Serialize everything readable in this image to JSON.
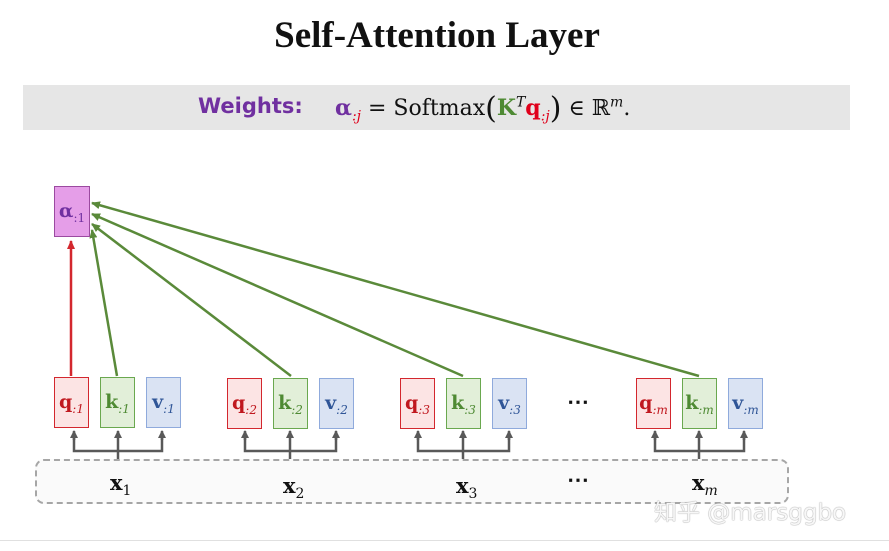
{
  "title": "Self-Attention Layer",
  "formula": {
    "label": "Weights:",
    "alpha": "α",
    "alpha_sub": ":j",
    "equals": " = Softmax",
    "K": "K",
    "T": "T",
    "q": "q",
    "q_sub": ":j",
    "in": " ∈ ℝ",
    "m": "m",
    "period": "."
  },
  "alpha_box": {
    "symbol": "α",
    "sub": ":1"
  },
  "groups": [
    {
      "q": "q",
      "q_sub": ":1",
      "k": "k",
      "k_sub": ":1",
      "v": "v",
      "v_sub": ":1",
      "x": "x",
      "x_sub": "1"
    },
    {
      "q": "q",
      "q_sub": ":2",
      "k": "k",
      "k_sub": ":2",
      "v": "v",
      "v_sub": ":2",
      "x": "x",
      "x_sub": "2"
    },
    {
      "q": "q",
      "q_sub": ":3",
      "k": "k",
      "k_sub": ":3",
      "v": "v",
      "v_sub": ":3",
      "x": "x",
      "x_sub": "3"
    },
    {
      "q": "q",
      "q_sub": ":m",
      "k": "k",
      "k_sub": ":m",
      "v": "v",
      "v_sub": ":m",
      "x": "x",
      "x_sub": "m"
    }
  ],
  "ellipsis": "⋯",
  "watermark": "知乎 @marsggbo",
  "colors": {
    "query": "#c0181f",
    "key": "#4e8a33",
    "value": "#2f5597",
    "weight": "#7030a0",
    "arrow_green": "#5a8a3a",
    "arrow_red": "#d3272e",
    "connector": "#595959"
  }
}
